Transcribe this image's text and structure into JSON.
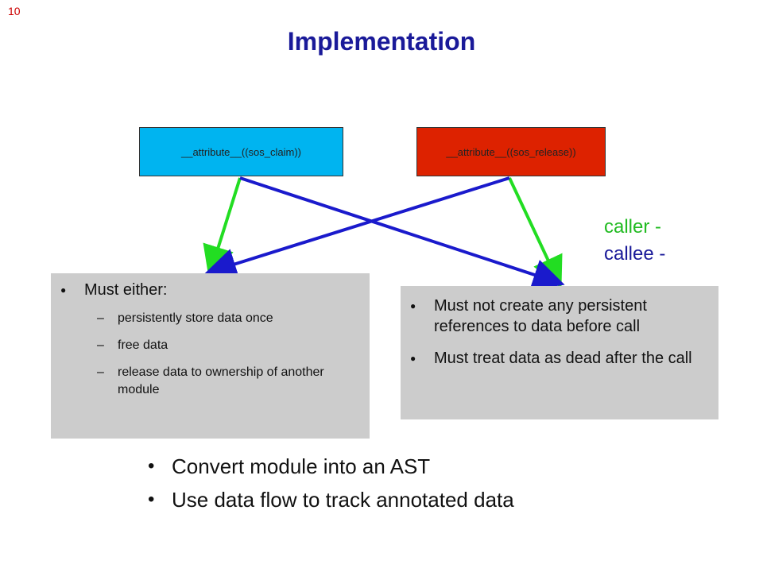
{
  "slide_number": "10",
  "title": "Implementation",
  "boxes": {
    "claim": "__attribute__((sos_claim))",
    "release": "__attribute__((sos_release))"
  },
  "legend": {
    "caller": "caller -",
    "callee": "callee -",
    "caller_color": "#22dd22",
    "callee_color": "#1a1acc"
  },
  "left_panel": {
    "heading": "Must either:",
    "items": [
      "persistently store data once",
      "free data",
      "release data to ownership of another module"
    ]
  },
  "right_panel": {
    "items": [
      "Must not create any persistent references to data before call",
      "Must treat data as dead after the call"
    ]
  },
  "bottom_bullets": [
    "Convert module into an AST",
    "Use data flow to track annotated data"
  ]
}
